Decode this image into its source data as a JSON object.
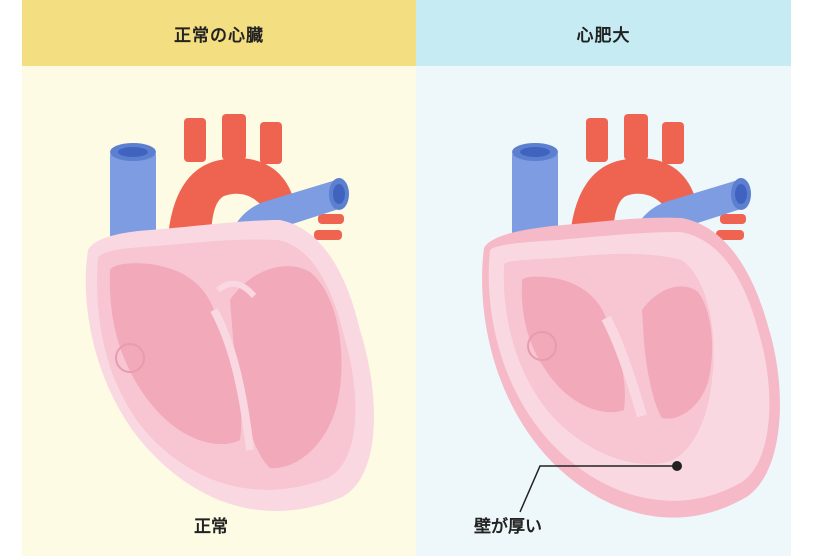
{
  "panels": {
    "normal": {
      "header": "正常の心臓",
      "caption": "正常"
    },
    "hypertrophy": {
      "header": "心肥大",
      "caption": "壁が厚い"
    }
  },
  "colors": {
    "aorta": "#ef6451",
    "vein": "#7d9ce1",
    "muscle": "#f7c6d2",
    "chamber": "#f2a9b9",
    "outer_wall": "#fad8e2",
    "left_header": "#f3df82",
    "right_header": "#c7ebf2"
  }
}
